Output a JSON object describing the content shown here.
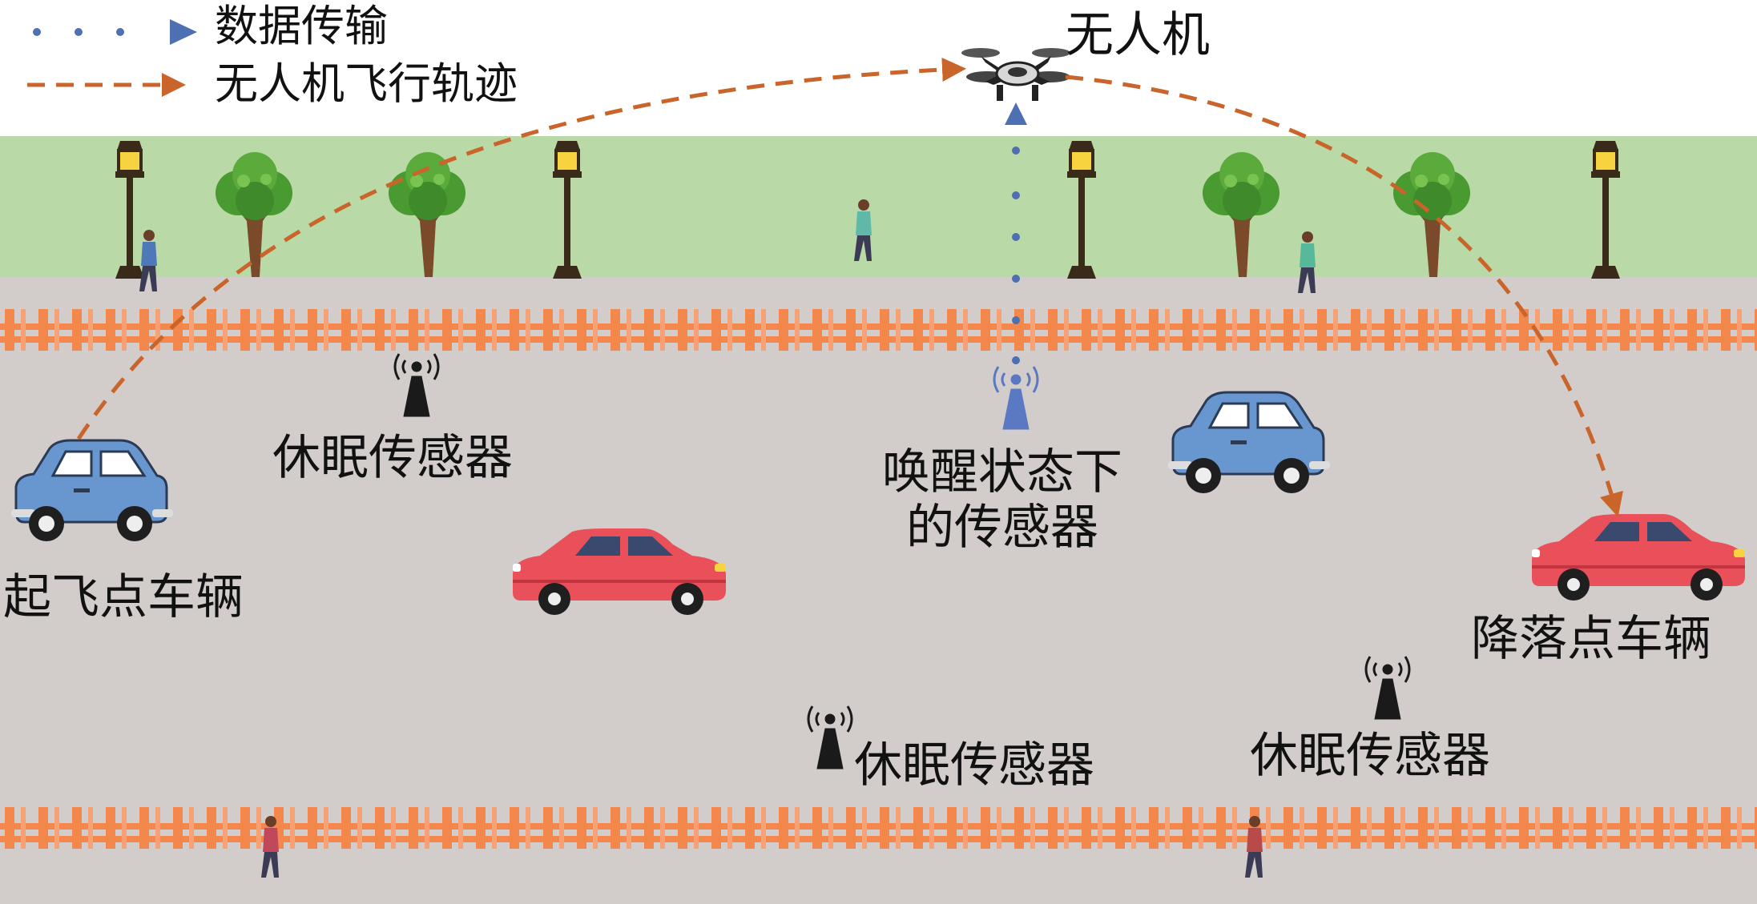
{
  "legend": {
    "data_transmission": "数据传输",
    "uav_trajectory": "无人机飞行轨迹"
  },
  "labels": {
    "uav": "无人机",
    "sleep_sensor_top": "休眠传感器",
    "awake_sensor_line1": "唤醒状态下",
    "awake_sensor_line2": "的传感器",
    "takeoff_vehicle": "起飞点车辆",
    "landing_vehicle": "降落点车辆",
    "sleep_sensor_bottom_left": "休眠传感器",
    "sleep_sensor_bottom_right": "休眠传感器"
  },
  "colors": {
    "grass": "#b9d9a6",
    "road": "#d2cdcb",
    "fence": "#f3874c",
    "trajectory": "#c9642a",
    "transmission": "#4f6fb3",
    "blue_car": "#6896cf",
    "red_car": "#e9505a",
    "sensor_dark": "#1a1a1a",
    "sensor_awake": "#5b79c2"
  },
  "icons": {
    "uav": "drone-icon",
    "sensor": "antenna-icon",
    "car": "car-icon",
    "tree": "tree-icon",
    "lamp": "street-lamp-icon",
    "person": "pedestrian-icon"
  }
}
